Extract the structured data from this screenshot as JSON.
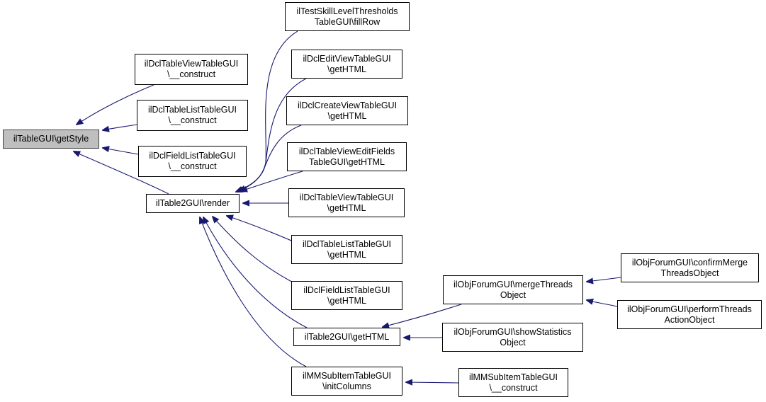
{
  "diagram": {
    "type": "doxygen-caller-graph",
    "edge_color": "#191970",
    "root_fill": "#bfbfbf",
    "nodes": [
      {
        "id": "getStyle",
        "lines": [
          "ilTableGUI\\getStyle"
        ],
        "root": true
      },
      {
        "id": "dclTableViewConstruct",
        "lines": [
          "ilDclTableViewTableGUI",
          "\\__construct"
        ]
      },
      {
        "id": "dclTableListConstruct",
        "lines": [
          "ilDclTableListTableGUI",
          "\\__construct"
        ]
      },
      {
        "id": "dclFieldListConstruct",
        "lines": [
          "ilDclFieldListTableGUI",
          "\\__construct"
        ]
      },
      {
        "id": "table2Render",
        "lines": [
          "ilTable2GUI\\render"
        ]
      },
      {
        "id": "testSkillFillRow",
        "lines": [
          "ilTestSkillLevelThresholds",
          "TableGUI\\fillRow"
        ]
      },
      {
        "id": "dclEditViewGetHTML",
        "lines": [
          "ilDclEditViewTableGUI",
          "\\getHTML"
        ]
      },
      {
        "id": "dclCreateViewGetHTML",
        "lines": [
          "ilDclCreateViewTableGUI",
          "\\getHTML"
        ]
      },
      {
        "id": "dclTableViewEditFieldsGetHTML",
        "lines": [
          "ilDclTableViewEditFields",
          "TableGUI\\getHTML"
        ]
      },
      {
        "id": "dclTableViewGetHTML",
        "lines": [
          "ilDclTableViewTableGUI",
          "\\getHTML"
        ]
      },
      {
        "id": "dclTableListGetHTML",
        "lines": [
          "ilDclTableListTableGUI",
          "\\getHTML"
        ]
      },
      {
        "id": "dclFieldListGetHTML",
        "lines": [
          "ilDclFieldListTableGUI",
          "\\getHTML"
        ]
      },
      {
        "id": "table2GetHTML",
        "lines": [
          "ilTable2GUI\\getHTML"
        ]
      },
      {
        "id": "mmSubItemInitColumns",
        "lines": [
          "ilMMSubItemTableGUI",
          "\\initColumns"
        ]
      },
      {
        "id": "forumMergeThreads",
        "lines": [
          "ilObjForumGUI\\mergeThreads",
          "Object"
        ]
      },
      {
        "id": "forumShowStatistics",
        "lines": [
          "ilObjForumGUI\\showStatistics",
          "Object"
        ]
      },
      {
        "id": "mmSubItemConstruct",
        "lines": [
          "ilMMSubItemTableGUI",
          "\\__construct"
        ]
      },
      {
        "id": "forumConfirmMerge",
        "lines": [
          "ilObjForumGUI\\confirmMerge",
          "ThreadsObject"
        ]
      },
      {
        "id": "forumPerformThreadsAction",
        "lines": [
          "ilObjForumGUI\\performThreads",
          "ActionObject"
        ]
      }
    ],
    "edges": [
      {
        "from": "dclTableViewConstruct",
        "to": "getStyle"
      },
      {
        "from": "dclTableListConstruct",
        "to": "getStyle"
      },
      {
        "from": "dclFieldListConstruct",
        "to": "getStyle"
      },
      {
        "from": "table2Render",
        "to": "getStyle"
      },
      {
        "from": "testSkillFillRow",
        "to": "table2Render"
      },
      {
        "from": "dclEditViewGetHTML",
        "to": "table2Render"
      },
      {
        "from": "dclCreateViewGetHTML",
        "to": "table2Render"
      },
      {
        "from": "dclTableViewEditFieldsGetHTML",
        "to": "table2Render"
      },
      {
        "from": "dclTableViewGetHTML",
        "to": "table2Render"
      },
      {
        "from": "dclTableListGetHTML",
        "to": "table2Render"
      },
      {
        "from": "dclFieldListGetHTML",
        "to": "table2Render"
      },
      {
        "from": "table2GetHTML",
        "to": "table2Render"
      },
      {
        "from": "mmSubItemInitColumns",
        "to": "table2Render"
      },
      {
        "from": "forumMergeThreads",
        "to": "table2GetHTML"
      },
      {
        "from": "forumShowStatistics",
        "to": "table2GetHTML"
      },
      {
        "from": "mmSubItemConstruct",
        "to": "mmSubItemInitColumns"
      },
      {
        "from": "forumConfirmMerge",
        "to": "forumMergeThreads"
      },
      {
        "from": "forumPerformThreadsAction",
        "to": "forumMergeThreads"
      }
    ]
  }
}
